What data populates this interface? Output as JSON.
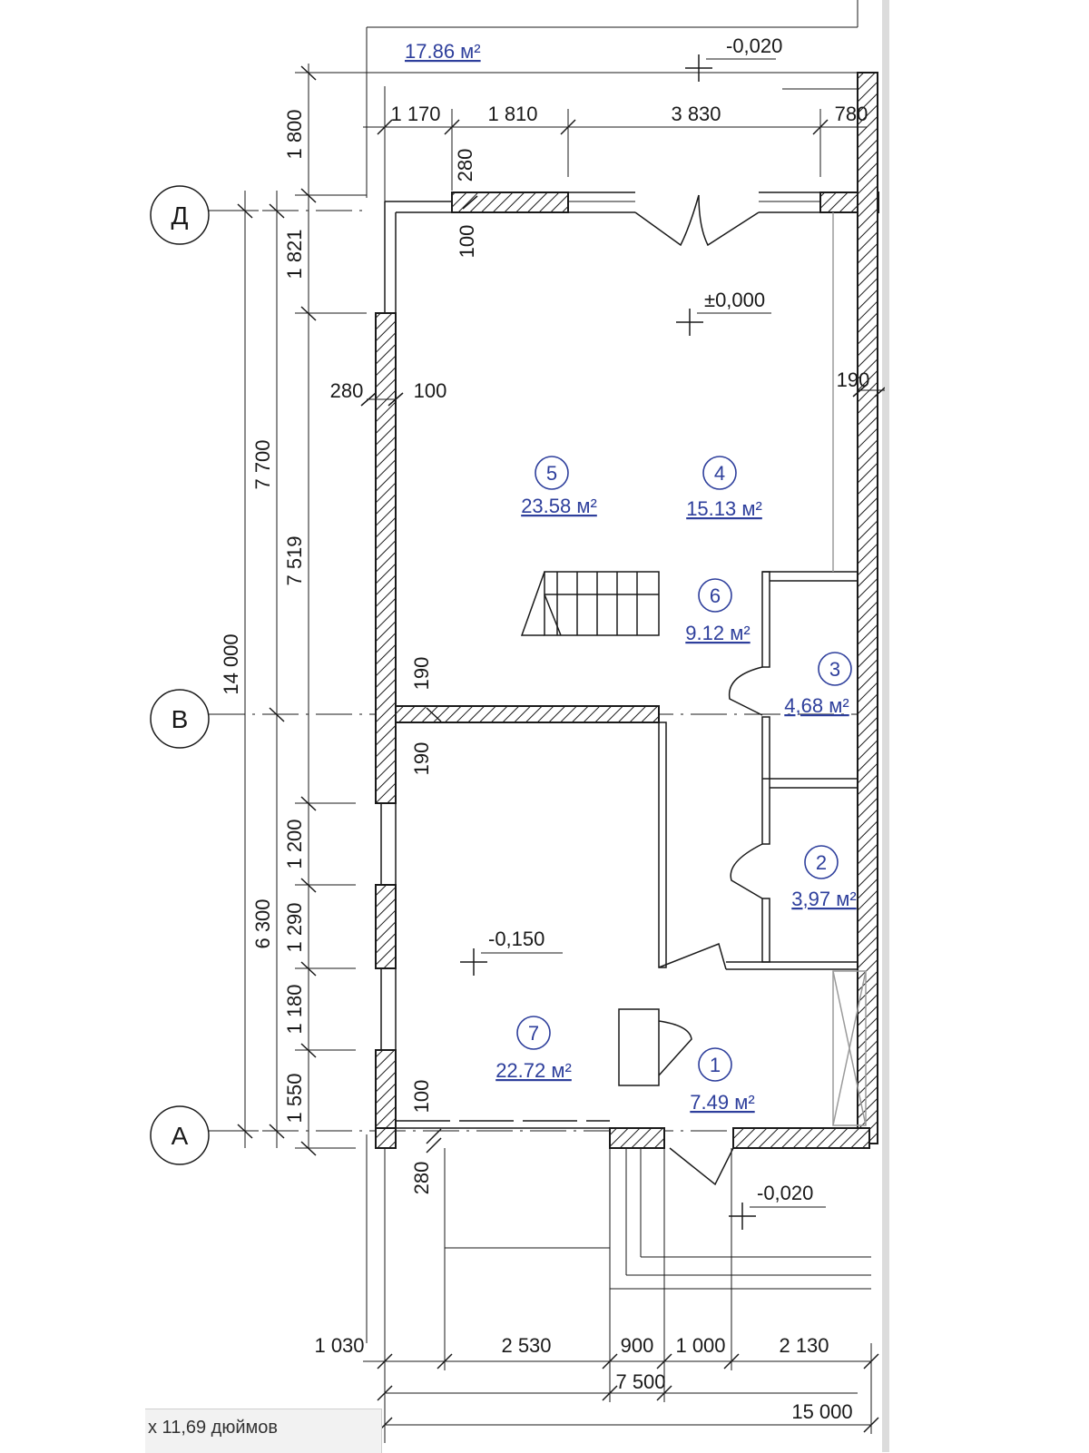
{
  "title_area": {
    "text": "17.86 м²"
  },
  "elevations": {
    "top": "-0,020",
    "main": "±0,000",
    "room7": "-0,150",
    "bottom": "-0,020"
  },
  "axes": [
    {
      "label": "Д"
    },
    {
      "label": "В"
    },
    {
      "label": "А"
    }
  ],
  "rooms": [
    {
      "number": "1",
      "area": "7.49 м²"
    },
    {
      "number": "2",
      "area": "3,97 м²"
    },
    {
      "number": "3",
      "area": "4,68 м²"
    },
    {
      "number": "4",
      "area": "15.13 м²"
    },
    {
      "number": "5",
      "area": "23.58 м²"
    },
    {
      "number": "6",
      "area": "9.12 м²"
    },
    {
      "number": "7",
      "area": "22.72 м²"
    }
  ],
  "dims_top": [
    "1 170",
    "1 810",
    "3 830",
    "780"
  ],
  "dims_bottom": [
    "1 030",
    "2 530",
    "900",
    "1 000",
    "2 130"
  ],
  "dims_bottom_total": "7 500",
  "dims_overall": "15 000",
  "dims_left_outer": "14 000",
  "dims_left_mid": [
    "7 700",
    "6 300"
  ],
  "dims_left_inner": [
    "1 800",
    "1 821",
    "7 519",
    "1 200",
    "1 290",
    "1 180",
    "1 550"
  ],
  "dims_small": {
    "d280_top": "280",
    "d100_top": "100",
    "d280_left": "280",
    "d100_left": "100",
    "d190_right": "190",
    "d190_mid_a": "190",
    "d190_mid_b": "190",
    "d100_bottom": "100",
    "d280_bottom": "280"
  },
  "footer": {
    "text": "x 11,69 дюймов"
  }
}
